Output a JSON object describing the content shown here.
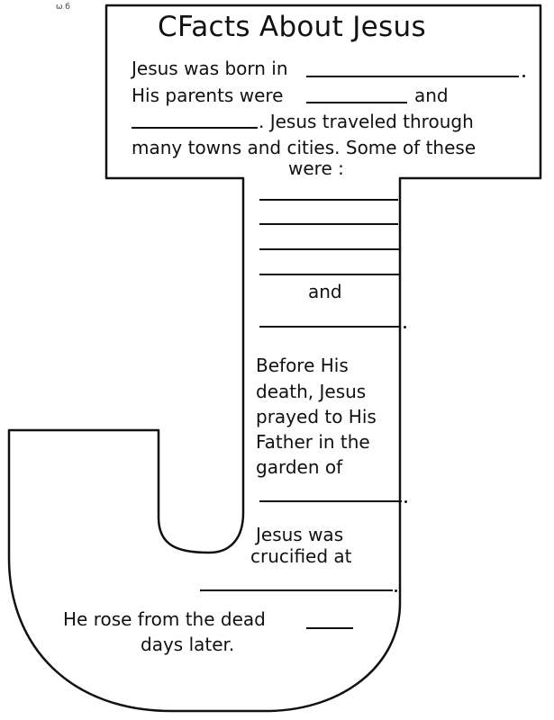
{
  "worksheet": {
    "corner_mark": "ω б",
    "title": "CFacts About Jesus",
    "top_box": {
      "line1": "Jesus was born in",
      "line2_a": "His parents were",
      "line2_b": "and",
      "line3": ". Jesus traveled through",
      "line4": "many towns and cities.  Some of these",
      "line5": "were :"
    },
    "stem": {
      "and_word": "and",
      "garden_line1": "Before His",
      "garden_line2": "death, Jesus",
      "garden_line3": "prayed to His",
      "garden_line4": "Father in the",
      "garden_line5": "garden of",
      "crucified_line1": "Jesus was",
      "crucified_line2": "crucified at"
    },
    "bottom": {
      "line1": "He rose from the dead",
      "line2": "days later."
    }
  }
}
